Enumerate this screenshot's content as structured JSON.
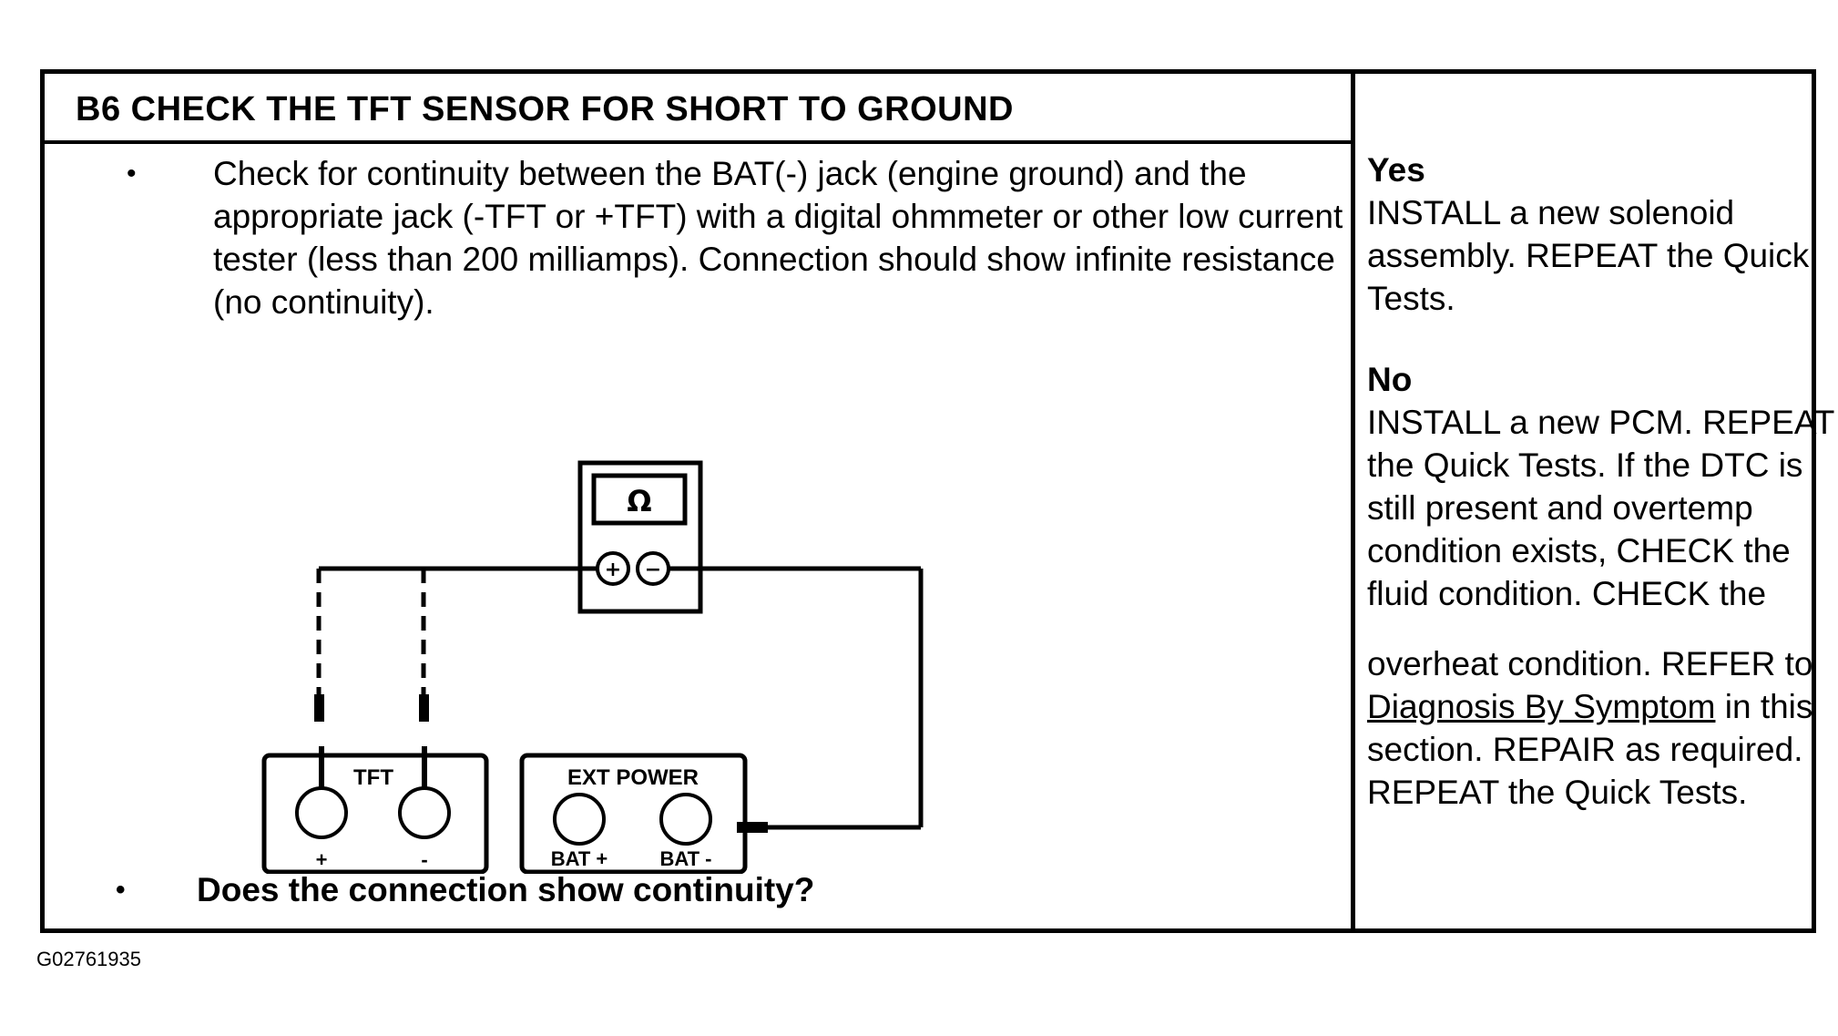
{
  "heading": "B6 CHECK THE TFT SENSOR FOR SHORT TO GROUND",
  "instruction": "Check for continuity between the BAT(-) jack (engine ground) and the appropriate jack (-TFT or +TFT) with a digital ohmmeter or other low current tester (less than 200 milliamps). Connection should show infinite resistance (no continuity).",
  "question": "Does the connection show continuity?",
  "diagram": {
    "meter_symbol": "Ω",
    "meter_plus": "+",
    "meter_minus": "−",
    "tft_label": "TFT",
    "tft_plus": "+",
    "tft_minus": "-",
    "ext_label": "EXT POWER",
    "bat_plus": "BAT +",
    "bat_minus": "BAT -"
  },
  "yes": {
    "label": "Yes",
    "text": "INSTALL a new solenoid assembly. REPEAT the Quick Tests."
  },
  "no": {
    "label": "No",
    "text_1": "INSTALL a new PCM. REPEAT the Quick Tests. If the DTC is still present and overtemp condition exists, CHECK the fluid condition. CHECK the",
    "text_2a": "overheat condition. REFER to ",
    "link": "Diagnosis By Symptom",
    "text_2b": " in this section. REPAIR as required. REPEAT the Quick Tests."
  },
  "figure_id": "G02761935"
}
